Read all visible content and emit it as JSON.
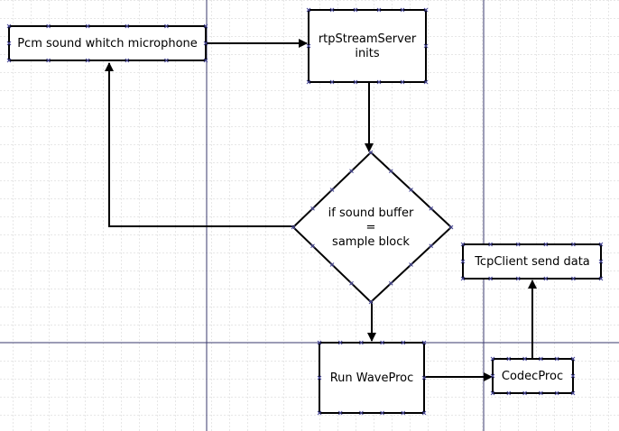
{
  "nodes": {
    "pcm": {
      "label": "Pcm sound whitch microphone"
    },
    "rtp": {
      "line1": "rtpStreamServer",
      "line2": "inits"
    },
    "decision": {
      "line1": "if sound buffer",
      "line2": "=",
      "line3": "sample block"
    },
    "tcp": {
      "label": "TcpClient send data"
    },
    "wave": {
      "label": "Run WaveProc"
    },
    "codec": {
      "label": "CodecProc"
    }
  },
  "colors": {
    "grid": "#c8c8c8",
    "page_break": "#3a3a6e",
    "stroke": "#000000",
    "handle": "#4a4a9a"
  }
}
